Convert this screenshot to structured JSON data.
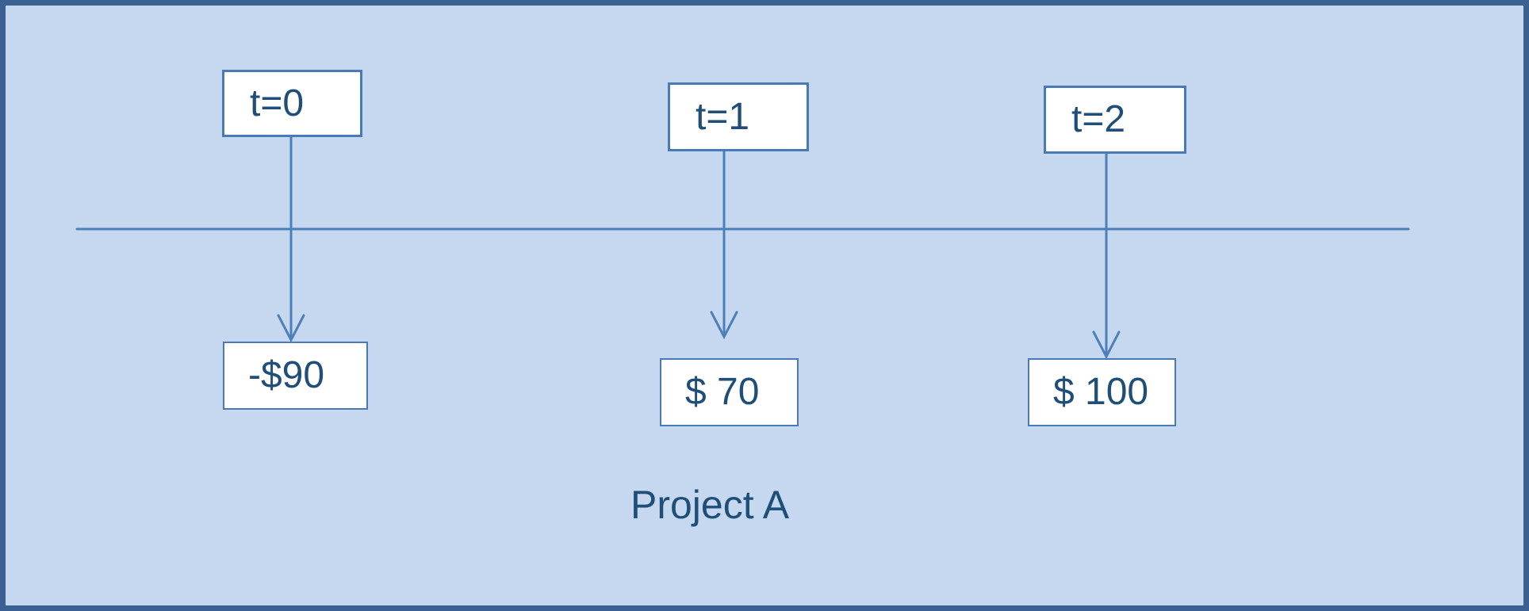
{
  "diagram": {
    "title": "Project A",
    "events": [
      {
        "time_label": "t=0",
        "cash_flow": "-$90"
      },
      {
        "time_label": "t=1",
        "cash_flow": "$ 70"
      },
      {
        "time_label": "t=2",
        "cash_flow": "$ 100"
      }
    ]
  },
  "colors": {
    "background": "#c5d8ef",
    "frame_border": "#3a6191",
    "line": "#4d80ba",
    "box_border": "#4a7ab5",
    "text": "#1f4e79",
    "box_fill": "#ffffff"
  }
}
